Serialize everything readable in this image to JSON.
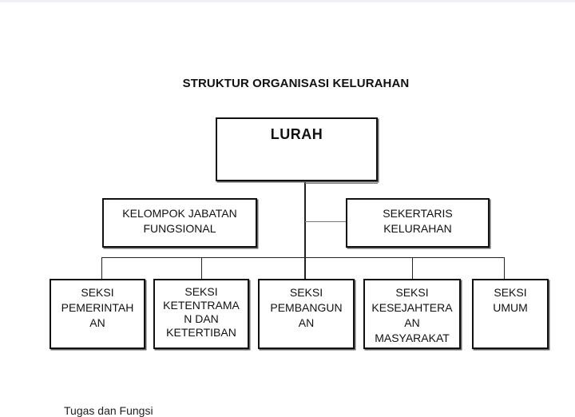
{
  "title": "STRUKTUR ORGANISASI KELURAHAN",
  "nodes": {
    "lurah": "LURAH",
    "jabatan_fungsional": "KELOMPOK JABATAN\nFUNGSIONAL",
    "sekretaris": "SEKERTARIS\nKELURAHAN",
    "seksi_pemerintahan": "SEKSI\nPEMERINTAH\nAN",
    "seksi_ketentraman": "SEKSI\nKETENTRAMA\nN DAN\nKETERTIBAN",
    "seksi_pembangunan": "SEKSI\nPEMBANGUN\nAN",
    "seksi_kesejahteraan": "SEKSI\nKESEJAHTERA\nAN\nMASYARAKAT",
    "seksi_umum": "SEKSI\nUMUM"
  },
  "footer_text": "Tugas dan Fungsi"
}
